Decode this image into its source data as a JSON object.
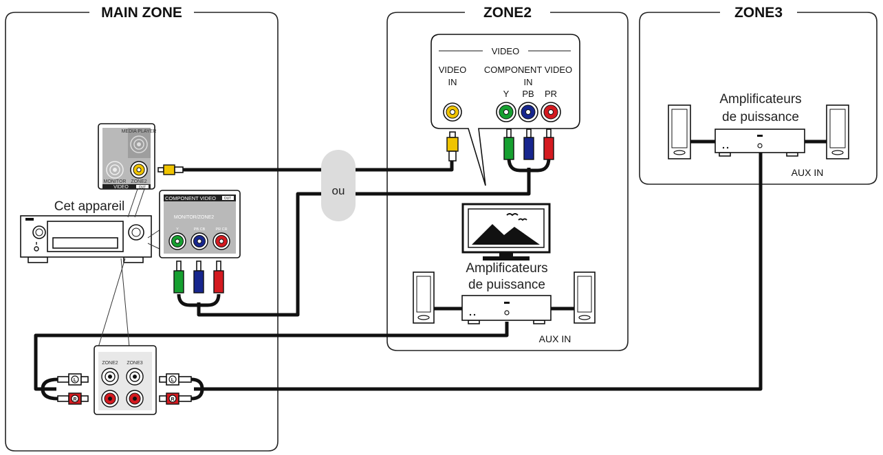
{
  "zones": {
    "main": "MAIN ZONE",
    "zone2": "ZONE2",
    "zone3": "ZONE3"
  },
  "device_label": "Cet appareil",
  "or_label": "ou",
  "video_out_panel": {
    "media_player": "MEDIA PLAYER",
    "monitor": "MONITOR",
    "zone2": "ZONE2",
    "footer": "VIDEO",
    "footer_badge": "OUT"
  },
  "component_out_panel": {
    "title": "COMPONENT VIDEO",
    "badge": "OUT",
    "subtitle": "MONITOR/ZONE2",
    "y": "Y",
    "pb": "PB CB",
    "pr": "PR CR"
  },
  "audio_panel": {
    "zone2": "ZONE2",
    "zone3": "ZONE3"
  },
  "plug_letters": {
    "left": "L",
    "right": "R"
  },
  "zone2_input_panel": {
    "heading": "VIDEO",
    "video_in_line1": "VIDEO",
    "video_in_line2": "IN",
    "component_line1": "COMPONENT VIDEO",
    "component_line2": "IN",
    "y": "Y",
    "pb": "PB",
    "pr": "PR"
  },
  "zone2_amp": {
    "line1": "Amplificateurs",
    "line2": "de puissance",
    "aux": "AUX IN"
  },
  "zone3_amp": {
    "line1": "Amplificateurs",
    "line2": "de puissance",
    "aux": "AUX IN"
  },
  "colors": {
    "yellow": "#f0c400",
    "green": "#16a030",
    "blue": "#17268e",
    "red": "#d41a20",
    "grey_panel": "#b9b9b9"
  }
}
